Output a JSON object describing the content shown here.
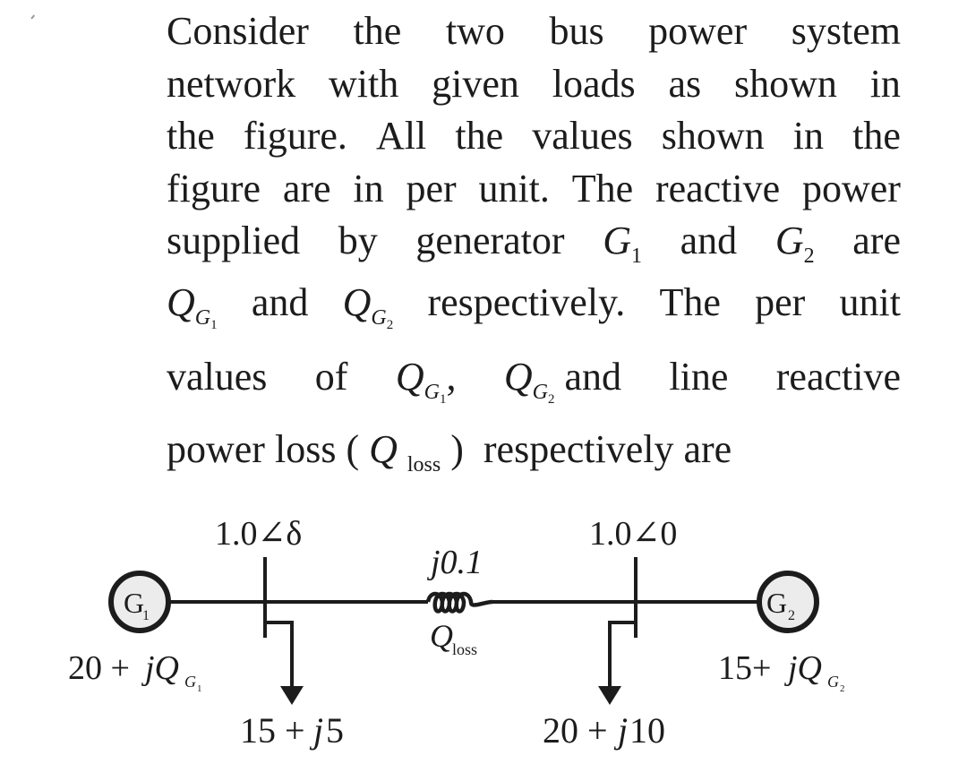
{
  "question": {
    "lines": [
      [
        "Consider",
        "the",
        "two",
        "bus",
        "power",
        "system"
      ],
      [
        "network",
        "with",
        "given",
        "loads",
        "as",
        "shown",
        "in"
      ],
      [
        "the",
        "figure.",
        "All",
        "the",
        "values",
        "shown",
        "in",
        "the"
      ],
      [
        "figure",
        "are",
        "in",
        "per",
        "unit.",
        "The",
        "reactive",
        "power"
      ],
      [
        "supplied",
        "by",
        "generator"
      ],
      [
        "and",
        "respectively.",
        "The",
        "per",
        "unit"
      ],
      [
        "values",
        "of",
        ",",
        "and",
        "line",
        "reactive"
      ],
      [
        "power",
        "loss",
        "respectively",
        "are"
      ]
    ],
    "symbols": {
      "G": "G",
      "Q": "Q",
      "sub1": "1",
      "sub2": "2",
      "loss": "loss",
      "and": "and",
      "are": "are",
      "open_paren": "(",
      "close_paren": ")"
    }
  },
  "diagram": {
    "bus1_voltage": "1.0∠δ",
    "bus2_voltage": "1.0∠0",
    "line_impedance": "j0.1",
    "line_loss_label": "Q",
    "line_loss_sub": "loss",
    "generator1": {
      "label": "G",
      "sub": "1",
      "power_real": "20 + ",
      "power_j": "jQ",
      "power_sub": "G",
      "power_subsub": "1"
    },
    "generator2": {
      "label": "G",
      "sub": "2",
      "power_real": "15+ ",
      "power_j": "jQ",
      "power_sub": "G",
      "power_subsub": "2"
    },
    "load1": {
      "real": "15 + ",
      "imag": "j",
      "imag_val": "5"
    },
    "load2": {
      "real": "20 + ",
      "imag": "j",
      "imag_val": "10"
    },
    "colors": {
      "stroke": "#1c1c1c",
      "generator_fill": "#ececec"
    }
  }
}
